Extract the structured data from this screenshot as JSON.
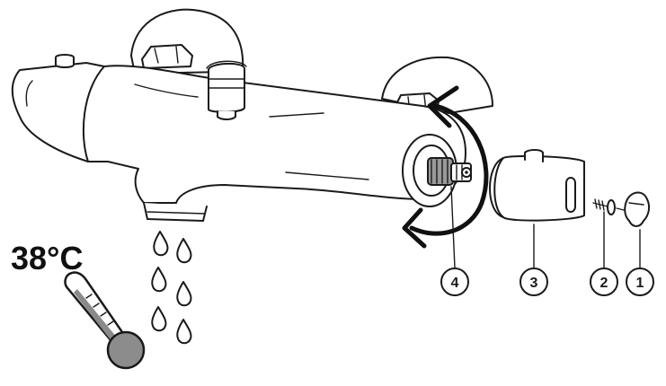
{
  "temperature_label": "38°C",
  "callouts": [
    {
      "id": "4",
      "label": "4"
    },
    {
      "id": "3",
      "label": "3"
    },
    {
      "id": "2",
      "label": "2"
    },
    {
      "id": "1",
      "label": "1"
    }
  ],
  "colors": {
    "line": "#1a1a1a",
    "fill": "#ffffff",
    "thermometer_fill": "#8a8a8a",
    "thermometer_bulb": "#8c8c8c",
    "cartridge_gray": "#9a9a9a"
  },
  "icons": [
    "thermometer-icon",
    "water-drop-icon",
    "rotation-arrow-icon"
  ]
}
